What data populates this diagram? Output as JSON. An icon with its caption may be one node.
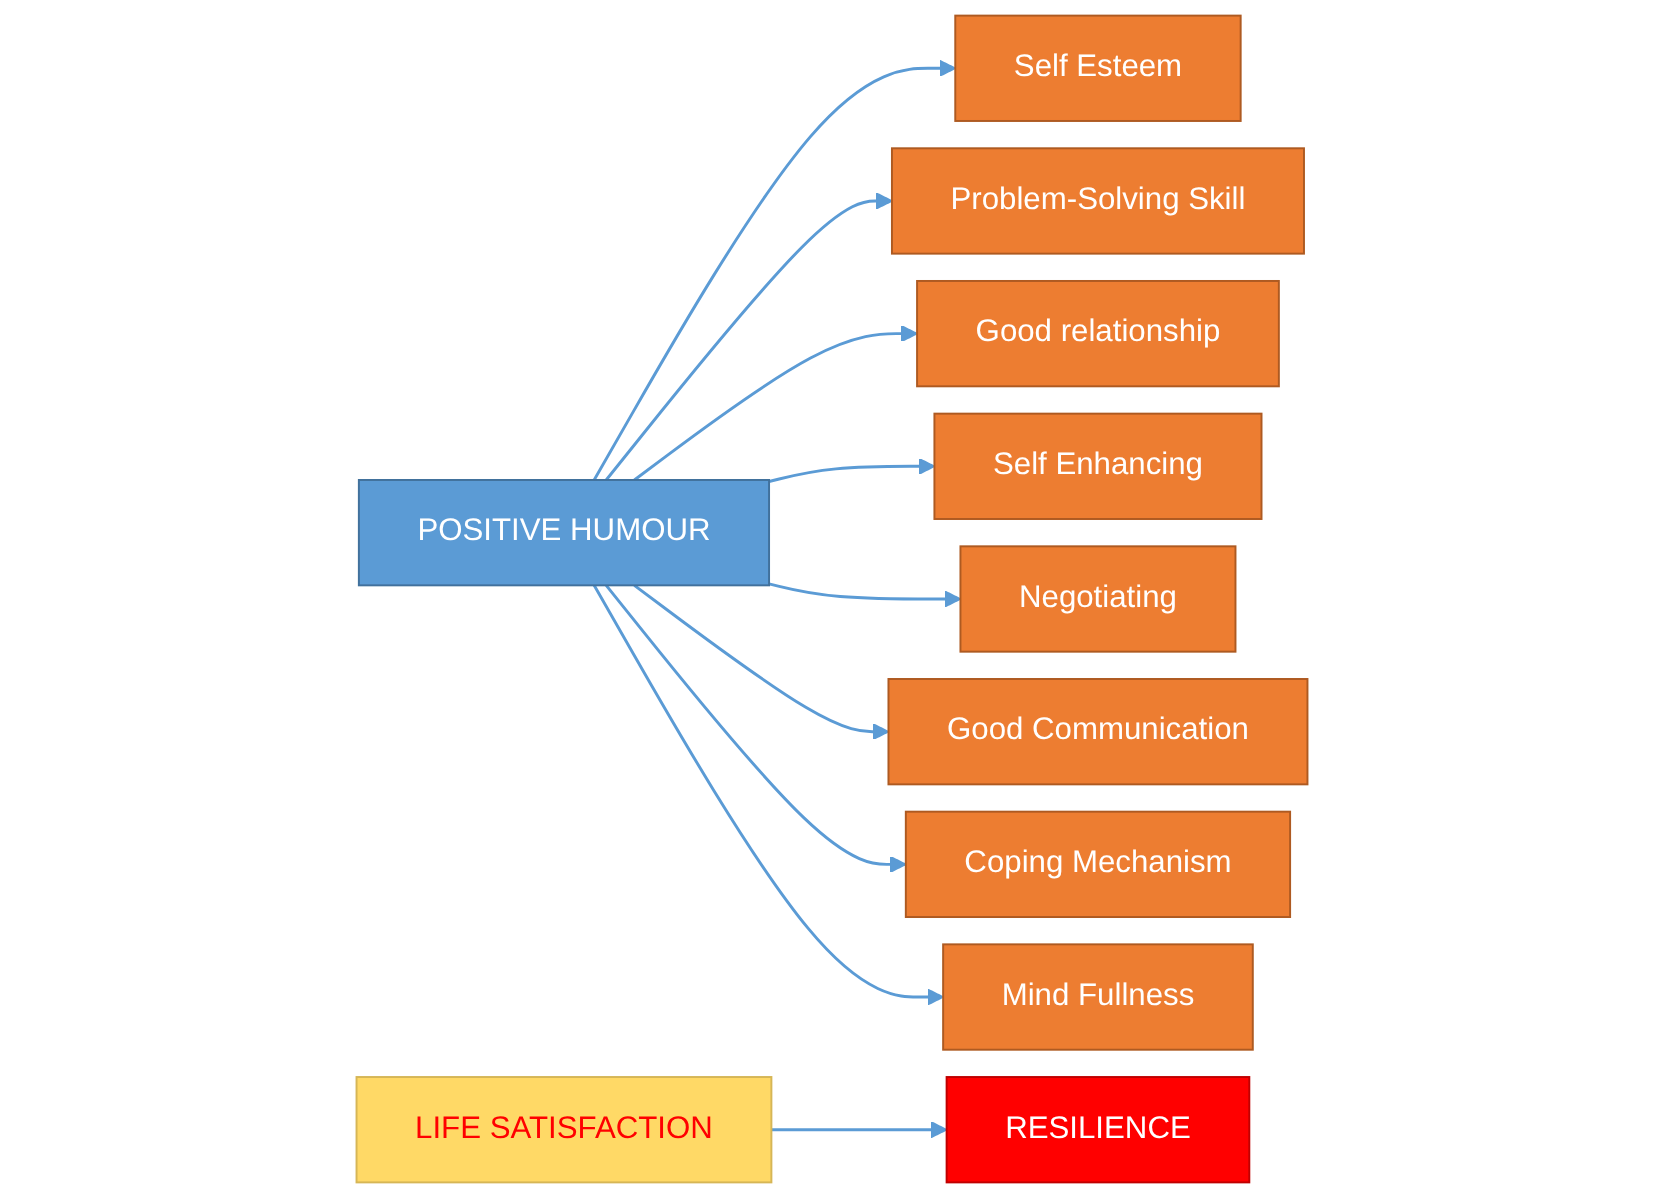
{
  "diagram": {
    "nodes": [
      {
        "text": [
          "POSITIVE HUMOUR"
        ]
      },
      {
        "text": [
          "Self Esteem"
        ]
      },
      {
        "text": [
          "Problem-Solving Skill"
        ]
      },
      {
        "text": [
          "Good relationship"
        ]
      },
      {
        "text": [
          "Self Enhancing"
        ]
      },
      {
        "text": [
          "Negotiating"
        ]
      },
      {
        "text": [
          "Good Communication"
        ]
      },
      {
        "text": [
          "Coping Mechanism"
        ]
      },
      {
        "text": [
          "Mind Fullness"
        ]
      },
      {
        "text": [
          "LIFE SATISFACTION"
        ]
      },
      {
        "text": [
          "RESILIENCE"
        ]
      }
    ],
    "edges": [
      {
        "from": 0,
        "to": 1,
        "arrow": "to"
      },
      {
        "from": 0,
        "to": 2,
        "arrow": "to"
      },
      {
        "from": 0,
        "to": 3,
        "arrow": "to"
      },
      {
        "from": 0,
        "to": 4,
        "arrow": "to"
      },
      {
        "from": 0,
        "to": 5,
        "arrow": "to"
      },
      {
        "from": 0,
        "to": 6,
        "arrow": "to"
      },
      {
        "from": 0,
        "to": 7,
        "arrow": "to"
      },
      {
        "from": 0,
        "to": 8,
        "arrow": "to"
      },
      {
        "from": 9,
        "to": 10,
        "arrow": "to"
      }
    ]
  }
}
